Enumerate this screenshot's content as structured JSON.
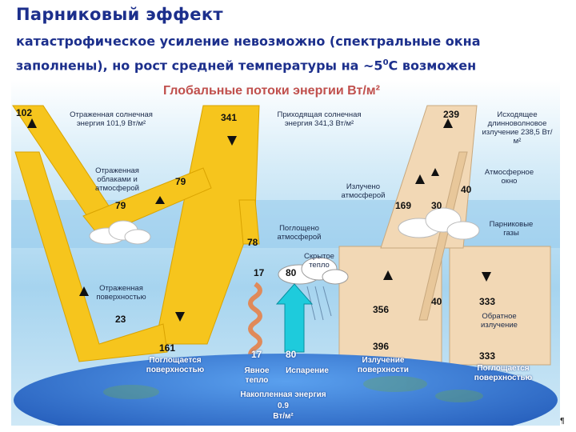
{
  "slide": {
    "title": "Парниковый эффект",
    "subtitle_text": "катастрофическое усиление невозможно (спектральные окна заполнены), но рост средней температуры на ~5",
    "subtitle_sup": "0",
    "subtitle_end": "C возможен",
    "pilcrow": "¶"
  },
  "diagram": {
    "title": "Глобальные потоки энергии Вт/м²",
    "labels": {
      "reflected_solar": "Отраженная солнечная энергия 101,9 Вт/м²",
      "incoming_solar": "Приходящая солнечная энергия 341,3 Вт/м²",
      "outgoing_lw": "Исходящее длинноволновое излучение 238,5 Вт/м²",
      "reflected_clouds": "Отраженная облаками и атмосферой",
      "emitted_atm": "Излучено атмосферой",
      "atm_window": "Атмосферное окно",
      "absorbed_atm": "Поглощено атмосферой",
      "greenhouse_gases": "Парниковые газы",
      "latent_heat": "Скрытое тепло",
      "reflected_surface": "Отраженная поверхностью",
      "back_radiation": "Обратное излучение",
      "absorbed_surface_left": "Поглощается поверхностью",
      "sensible_heat": "Явное тепло",
      "evaporation": "Испарение",
      "surface_radiation": "Излучение поверхности",
      "absorbed_surface_right": "Поглощается поверхностью",
      "net_absorbed": "Накопленная энергия",
      "net_value": "0.9",
      "net_unit": "Вт/м²"
    },
    "values": {
      "reflected_total": "102",
      "incoming": "341",
      "outgoing": "239",
      "clouds_79_a": "79",
      "clouds_79_b": "79",
      "emitted_169": "169",
      "window_30": "30",
      "window_40": "40",
      "absorbed_78": "78",
      "thermal_17": "17",
      "latent_80": "80",
      "surface_refl_23": "23",
      "surface_356": "356",
      "side_40": "40",
      "back_333": "333",
      "surface_396": "396",
      "absorbed_161": "161",
      "sensible_17": "17",
      "evap_80": "80",
      "absorbed_333": "333"
    }
  },
  "colors": {
    "title": "#1c2f8c",
    "solar": "#f6c51d",
    "longwave": "#f2d8b5",
    "sky_top": "#9fd0ee",
    "earth": "#2e6fd0",
    "diagram_title": "#c0504d"
  }
}
